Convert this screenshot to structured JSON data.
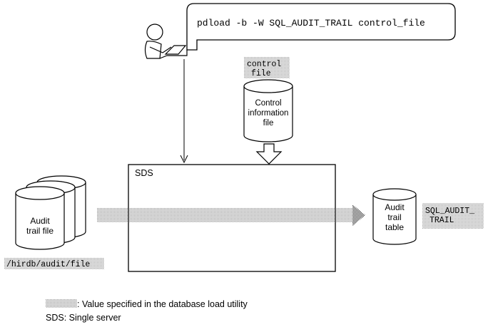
{
  "command": {
    "text": "pdload -b -W SQL_AUDIT_TRAIL control_file"
  },
  "control_file": {
    "param_line1": "control",
    "param_line2": "file",
    "db_line1": "Control",
    "db_line2": "information",
    "db_line3": "file"
  },
  "sds": {
    "label": "SDS"
  },
  "audit_trail_file": {
    "line1": "Audit",
    "line2": "trail file",
    "path": "/hirdb/audit/file"
  },
  "audit_trail_table": {
    "line1": "Audit",
    "line2": "trail",
    "line3": "table",
    "name_line1": "SQL_AUDIT_",
    "name_line2": "TRAIL"
  },
  "legend": {
    "value_specified": ": Value specified in the database load utility",
    "sds_definition": "SDS: Single server"
  }
}
